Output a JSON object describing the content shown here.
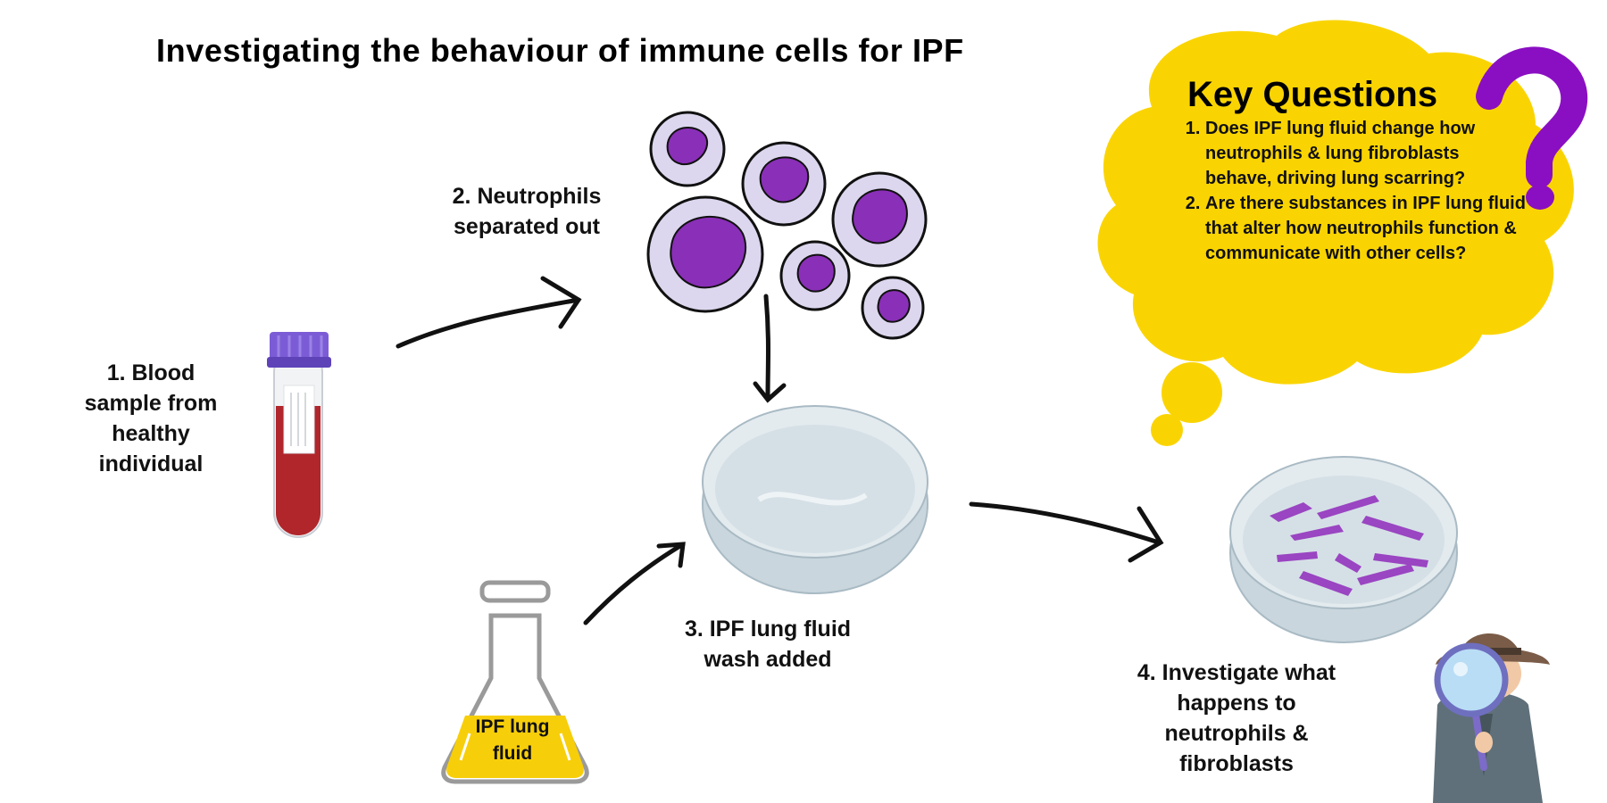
{
  "title": "Investigating the behaviour of immune cells for IPF",
  "steps": {
    "blood": "1. Blood sample from healthy individual",
    "neutrophils": "2. Neutrophils separated out",
    "fluid_added": "3. IPF lung fluid wash added",
    "investigate": "4. Investigate what happens to neutrophils & fibroblasts"
  },
  "flask_label": "IPF lung fluid",
  "key_questions": {
    "heading": "Key Questions",
    "items": [
      "Does IPF lung fluid change how neutrophils & lung fibroblasts behave, driving lung scarring?",
      "Are there substances in IPF lung fluid  that alter how neutrophils function & communicate with other cells?"
    ]
  },
  "colors": {
    "cloud": "#FAD402",
    "question_mark": "#8A0FC2",
    "neutrophil_fill": "#DCD7EE",
    "neutrophil_nucleus": "#8A2FB8",
    "blood": "#B0262B",
    "tube_cap": "#7C5CD6",
    "lung_fluid": "#F7CE0A",
    "dish": "#D9E3E8",
    "fibroblast": "#9A45C2"
  },
  "icons": [
    "blood-tube-icon",
    "neutrophil-cells-icon",
    "petri-dish-icon",
    "flask-icon",
    "fibroblast-dish-icon",
    "detective-icon",
    "question-mark-icon",
    "thought-cloud-icon",
    "arrow-icon"
  ]
}
